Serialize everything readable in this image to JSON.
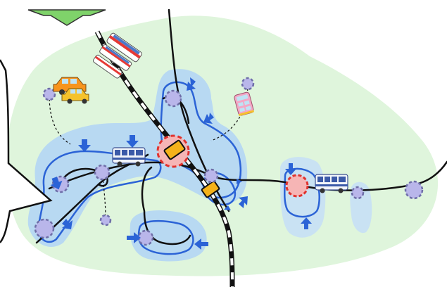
{
  "colors": {
    "background": "#ffffff",
    "area_fill": "#dff5dc",
    "zone_fill": "#b8d9f2",
    "zone_fill_light": "#c9e2f3",
    "zone_stroke": "#2b63d6",
    "route_line": "#111111",
    "rail_dark": "#111111",
    "rail_light": "#ffffff",
    "station_fill": "#f5b21a",
    "hub_ring": "#e0322e",
    "hub_fill": "#f6b5b5",
    "stop_fill": "#b9b6ea",
    "stop_ring": "#6f6fa8",
    "arrow_blue": "#2b63d6",
    "arrow_green": "#7fd36a",
    "callout_stroke": "#111111"
  },
  "icons": {
    "top_arrow": "down-arrow-icon",
    "train": "train-icon",
    "cars": "car-icon",
    "minibus": "minibus-icon",
    "bus_left": "bus-icon",
    "bus_right": "bus-icon"
  },
  "counts": {
    "inflow_arrows": 13,
    "bus_stops": 11,
    "stations": 2,
    "hub_markers": 2
  }
}
